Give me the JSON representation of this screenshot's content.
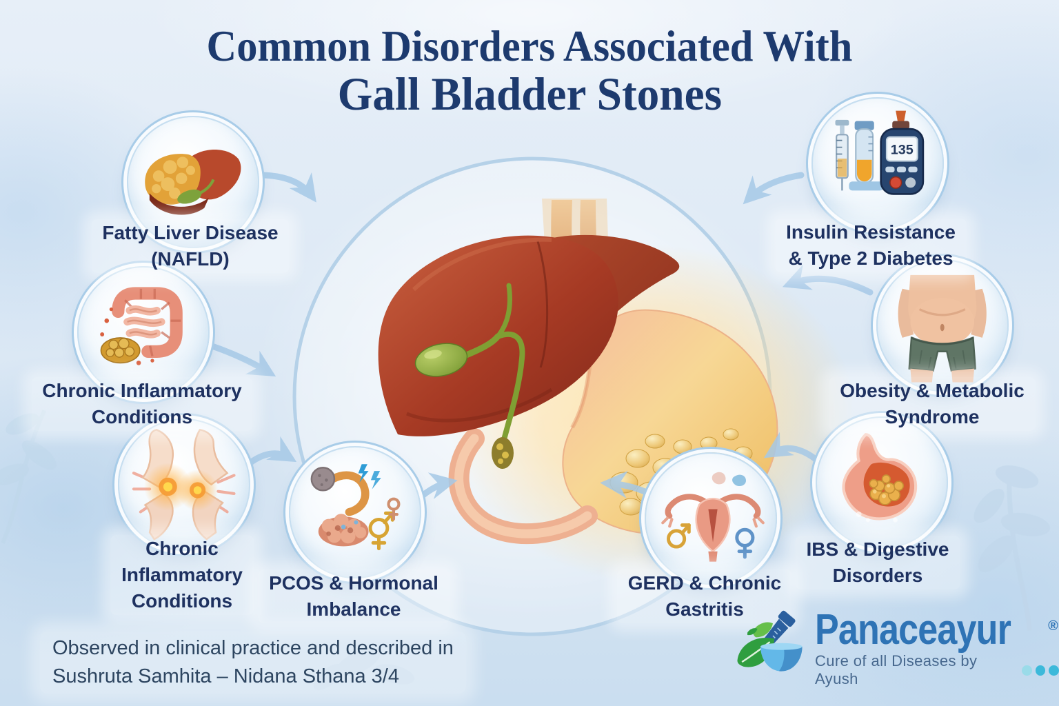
{
  "title": {
    "line1": "Common Disorders Associated With",
    "line2": "Gall Bladder Stones"
  },
  "disorders": [
    {
      "id": "nafld",
      "icon": "fatty-liver-icon",
      "label_lines": [
        "Fatty Liver Disease",
        "(NAFLD)"
      ]
    },
    {
      "id": "chronic-inflammatory-gut",
      "icon": "intestine-pancreas-icon",
      "label_lines": [
        "Chronic Inflammatory",
        "Conditions"
      ]
    },
    {
      "id": "chronic-inflammatory-joint",
      "icon": "inflamed-joint-icon",
      "label_lines": [
        "Chronic",
        "Inflammatory",
        "Conditions"
      ]
    },
    {
      "id": "pcos",
      "icon": "ovary-hormone-icon",
      "label_lines": [
        "PCOS & Hormonal",
        "Imbalance"
      ]
    },
    {
      "id": "gerd",
      "icon": "uterus-icon",
      "label_lines": [
        "GERD & Chronic",
        "Gastritis"
      ]
    },
    {
      "id": "ibs",
      "icon": "stomach-icon",
      "label_lines": [
        "IBS & Digestive",
        "Disorders"
      ]
    },
    {
      "id": "obesity",
      "icon": "obese-torso-icon",
      "label_lines": [
        "Obesity & Metabolic",
        "Syndrome"
      ]
    },
    {
      "id": "insulin-resistance",
      "icon": "glucometer-icon",
      "label_lines": [
        "Insulin Resistance",
        "& Type 2 Diabetes"
      ],
      "glucometer_reading": "135"
    }
  ],
  "center_illustration": {
    "organs": [
      "liver",
      "gallbladder-with-stones",
      "stomach",
      "duodenum",
      "esophagus"
    ]
  },
  "footnote": {
    "line1": "Observed in clinical practice and described in",
    "line2": "Sushruta Samhita – Nidana Sthana 3/4"
  },
  "logo": {
    "name": "Panaceayur",
    "registered": "®",
    "tagline": "Cure of all Diseases by Ayush"
  },
  "colors": {
    "title_text": "#1d3a6e",
    "label_text": "#1e3160",
    "background": "#dde9f5",
    "arrow_blue": "#a6c9e7",
    "logo_blue": "#2e73b5",
    "accent_teal": "#3cb9da"
  }
}
